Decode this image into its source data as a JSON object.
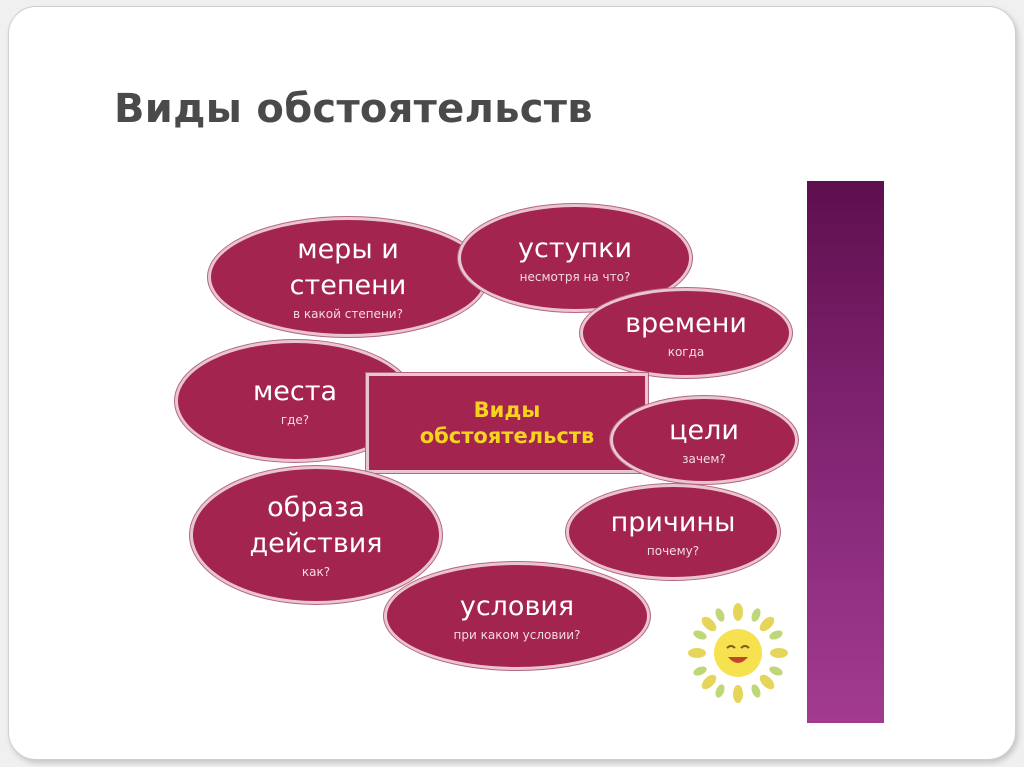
{
  "title": "Виды обстоятельств",
  "center": "Виды\nобстоятельств",
  "nodes": [
    {
      "name": "меры и\nстепени",
      "question": "в какой степени?"
    },
    {
      "name": "уступки",
      "question": "несмотря на что?"
    },
    {
      "name": "времени",
      "question": "когда"
    },
    {
      "name": "места",
      "question": "где?"
    },
    {
      "name": "цели",
      "question": "зачем?"
    },
    {
      "name": "образа\nдействия",
      "question": "как?"
    },
    {
      "name": "причины",
      "question": "почему?"
    },
    {
      "name": "условия",
      "question": "при каком условии?"
    }
  ],
  "colors": {
    "node_fill": "#a3244f",
    "center_text": "#f5d31e",
    "side_bar": "#7a1f69"
  },
  "icons": [
    "sun-icon"
  ]
}
